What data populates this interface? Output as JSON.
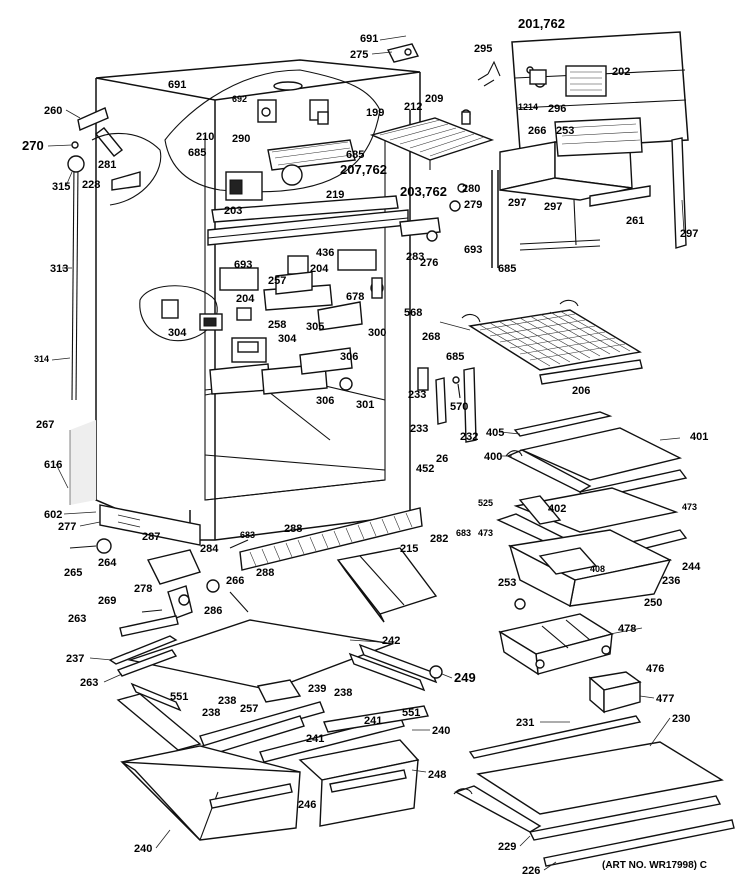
{
  "labels": {
    "l691": "691",
    "l275": "275",
    "l295": "295",
    "l201": "201,762",
    "l202": "202",
    "l1214": "1214",
    "l296": "296",
    "l209": "209",
    "l212": "212",
    "l199": "199",
    "l266": "266",
    "l253a": "253",
    "l207": "207,762",
    "l203b": "203,762",
    "l280": "280",
    "l279": "279",
    "l297a": "297",
    "l297b": "297",
    "l297c": "297",
    "l261": "261",
    "l283a": "283",
    "l276": "276",
    "l693": "693",
    "l685a": "685",
    "l685b": "685",
    "l685c": "685",
    "l685d": "685",
    "l260": "260",
    "l270": "270",
    "l281": "281",
    "l315": "315",
    "l228": "228",
    "l313": "313",
    "l314": "314",
    "l267": "267",
    "l616": "616",
    "l602": "602",
    "l277": "277",
    "l203": "203",
    "l219": "219",
    "l436": "436",
    "l204a": "204",
    "l204b": "204",
    "l693b": "693",
    "l257": "257",
    "l678": "678",
    "l568": "568",
    "l258": "258",
    "l304a": "304",
    "l304b": "304",
    "l305": "305",
    "l306a": "306",
    "l306b": "306",
    "l300": "300",
    "l301": "301",
    "l268": "268",
    "l206": "206",
    "l233a": "233",
    "l233b": "233",
    "l570": "570",
    "l232": "232",
    "l405": "405",
    "l401": "401",
    "l400": "400",
    "l26": "26",
    "l452": "452",
    "l525": "525",
    "l473a": "473",
    "l473b": "473",
    "l402": "402",
    "l282": "282",
    "l683": "683",
    "l408": "408",
    "l244": "244",
    "l236": "236",
    "l250": "250",
    "l253b": "253",
    "l287": "287",
    "l264": "264",
    "l265": "265",
    "l284": "284",
    "l288": "288",
    "l215": "215",
    "l278": "278",
    "l269": "269",
    "l286": "286",
    "l266b": "266",
    "l263a": "263",
    "l242": "242",
    "l237": "237",
    "l263b": "263",
    "l551a": "551",
    "l239": "239",
    "l238a": "238",
    "l238b": "238",
    "l238c": "238",
    "l249": "249",
    "l257b": "257",
    "l241a": "241",
    "l241b": "241",
    "l551b": "551",
    "l240a": "240",
    "l240b": "240",
    "l248": "248",
    "l246": "246",
    "l478": "478",
    "l476": "476",
    "l477": "477",
    "l231": "231",
    "l230": "230",
    "l229": "229",
    "l226": "226",
    "l691b": "691",
    "l692": "692",
    "l683b": "683",
    "l210": "210",
    "l290": "290"
  },
  "footer": {
    "art_no": "(ART NO. WR17998) C"
  }
}
